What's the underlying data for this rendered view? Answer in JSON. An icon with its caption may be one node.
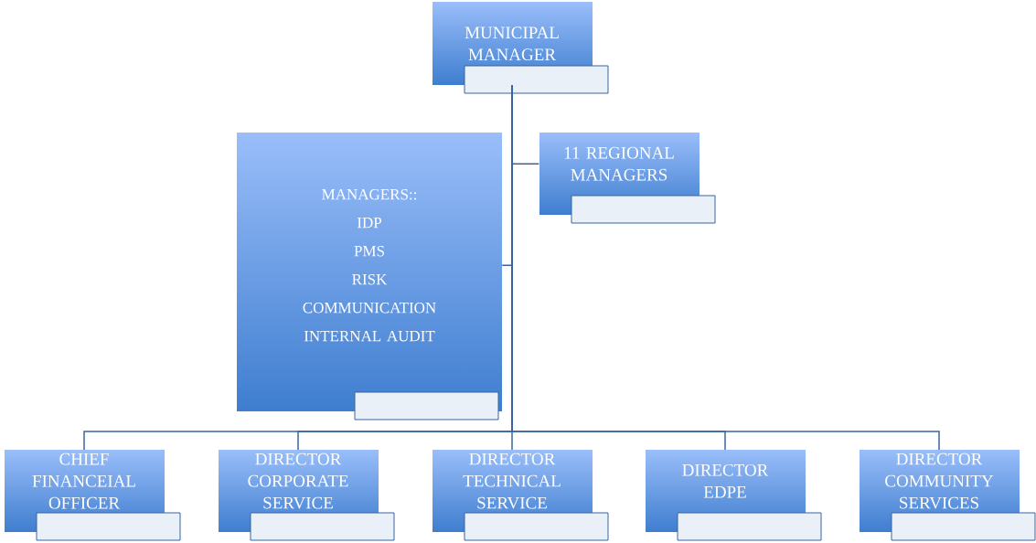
{
  "diagram": {
    "nodes": [
      {
        "text": [
          "MUNICIPAL MANAGER"
        ]
      },
      {
        "text": [
          "11 REGIONAL MANAGERS"
        ]
      },
      {
        "text": [
          "MANAGERS::",
          "IDP",
          "PMS",
          "RISK",
          "COMMUNICATION",
          "INTERNAL AUDIT"
        ]
      },
      {
        "text": [
          "CHIEF FINANCEIAL OFFICER"
        ]
      },
      {
        "text": [
          "DIRECTOR CORPORATE SERVICE"
        ]
      },
      {
        "text": [
          "DIRECTOR TECHNICAL SERVICE"
        ]
      },
      {
        "text": [
          "DIRECTOR EDPE"
        ]
      },
      {
        "text": [
          "DIRECTOR COMMUNITY SERVICES"
        ]
      }
    ],
    "edges": [
      {
        "from": 0,
        "to": 1,
        "arrow": "none"
      },
      {
        "from": 0,
        "to": 2,
        "arrow": "none"
      },
      {
        "from": 0,
        "to": 3,
        "arrow": "none"
      },
      {
        "from": 0,
        "to": 4,
        "arrow": "none"
      },
      {
        "from": 0,
        "to": 5,
        "arrow": "none"
      },
      {
        "from": 0,
        "to": 6,
        "arrow": "none"
      },
      {
        "from": 0,
        "to": 7,
        "arrow": "none"
      }
    ]
  }
}
